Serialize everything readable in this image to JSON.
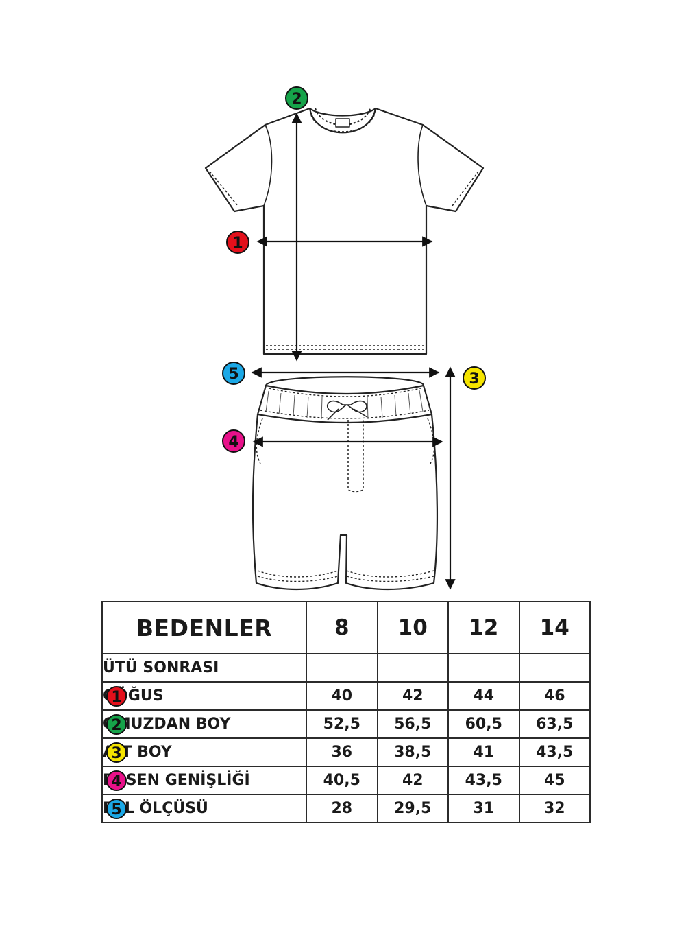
{
  "markers": [
    {
      "num": "1",
      "color": "#e3101b"
    },
    {
      "num": "2",
      "color": "#16a34a"
    },
    {
      "num": "3",
      "color": "#f5e400"
    },
    {
      "num": "4",
      "color": "#e8118a"
    },
    {
      "num": "5",
      "color": "#1ba8e6"
    }
  ],
  "table": {
    "header_label": "BEDENLER",
    "sizes": [
      "8",
      "10",
      "12",
      "14"
    ],
    "subheader": "ÜTÜ SONRASI",
    "rows": [
      {
        "num": "1",
        "label": "GÖĞUS",
        "values": [
          "40",
          "42",
          "44",
          "46"
        ]
      },
      {
        "num": "2",
        "label": "OMUZDAN BOY",
        "values": [
          "52,5",
          "56,5",
          "60,5",
          "63,5"
        ]
      },
      {
        "num": "3",
        "label": "ALT BOY",
        "values": [
          "36",
          "38,5",
          "41",
          "43,5"
        ]
      },
      {
        "num": "4",
        "label": "BASEN GENİŞLİĞİ",
        "values": [
          "40,5",
          "42",
          "43,5",
          "45"
        ]
      },
      {
        "num": "5",
        "label": "BEL ÖLÇÜSÜ",
        "values": [
          "28",
          "29,5",
          "31",
          "32"
        ]
      }
    ]
  }
}
